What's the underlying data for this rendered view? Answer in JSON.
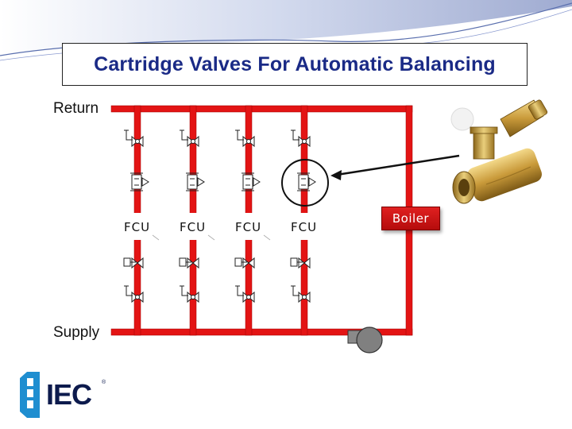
{
  "title": "Cartridge Valves For Automatic Balancing",
  "labels": {
    "return": "Return",
    "supply": "Supply",
    "boiler": "Boiler"
  },
  "fcu_units": [
    {
      "label": "FCU"
    },
    {
      "label": "FCU"
    },
    {
      "label": "FCU"
    },
    {
      "label": "FCU"
    }
  ],
  "logo": {
    "text": "IEC",
    "mark": "®"
  },
  "colors": {
    "pipe": "#e31414",
    "title": "#1a2a86",
    "boiler": "#c81010",
    "logo": "#0d1b4d",
    "pump": "#7a7a7a"
  },
  "icons": [
    "balancing-valve-icon",
    "shutoff-valve-icon",
    "pump-icon",
    "cartridge-valve-photo",
    "iec-logo-icon"
  ]
}
